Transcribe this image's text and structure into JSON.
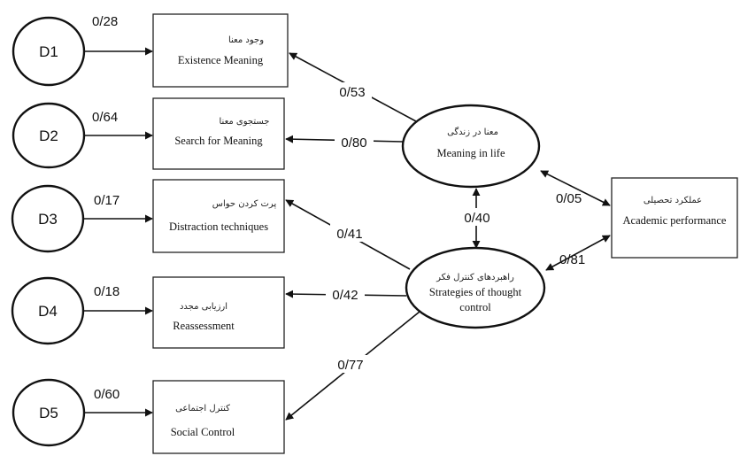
{
  "disturbances": [
    {
      "label": "D1",
      "coef": "0/28"
    },
    {
      "label": "D2",
      "coef": "0/64"
    },
    {
      "label": "D3",
      "coef": "0/17"
    },
    {
      "label": "D4",
      "coef": "0/18"
    },
    {
      "label": "D5",
      "coef": "0/60"
    }
  ],
  "indicators": [
    {
      "fa": "وجود معنا",
      "en": "Existence Meaning"
    },
    {
      "fa": "جستجوی معنا",
      "en": "Search for Meaning"
    },
    {
      "fa": "پرت کردن حواس",
      "en": "Distraction techniques"
    },
    {
      "fa": "ارزیابی مجدد",
      "en": "Reassessment"
    },
    {
      "fa": "کنترل اجتماعی",
      "en": "Social Control"
    }
  ],
  "latents": {
    "meaning": {
      "fa": "معنا در زندگی",
      "en": "Meaning in life"
    },
    "strategies": {
      "fa": "راهبردهای کنترل فکر",
      "en_line1": "Strategies of thought",
      "en_line2": "control"
    }
  },
  "outcome": {
    "fa": "عملکرد تحصیلی",
    "en": "Academic performance"
  },
  "loadings": {
    "existence": "0/53",
    "search": "0/80",
    "distraction": "0/41",
    "reassessment": "0/42",
    "social": "0/77",
    "latent_correlation": "0/40",
    "meaning_to_academic": "0/05",
    "strategies_to_academic": "0/81"
  }
}
